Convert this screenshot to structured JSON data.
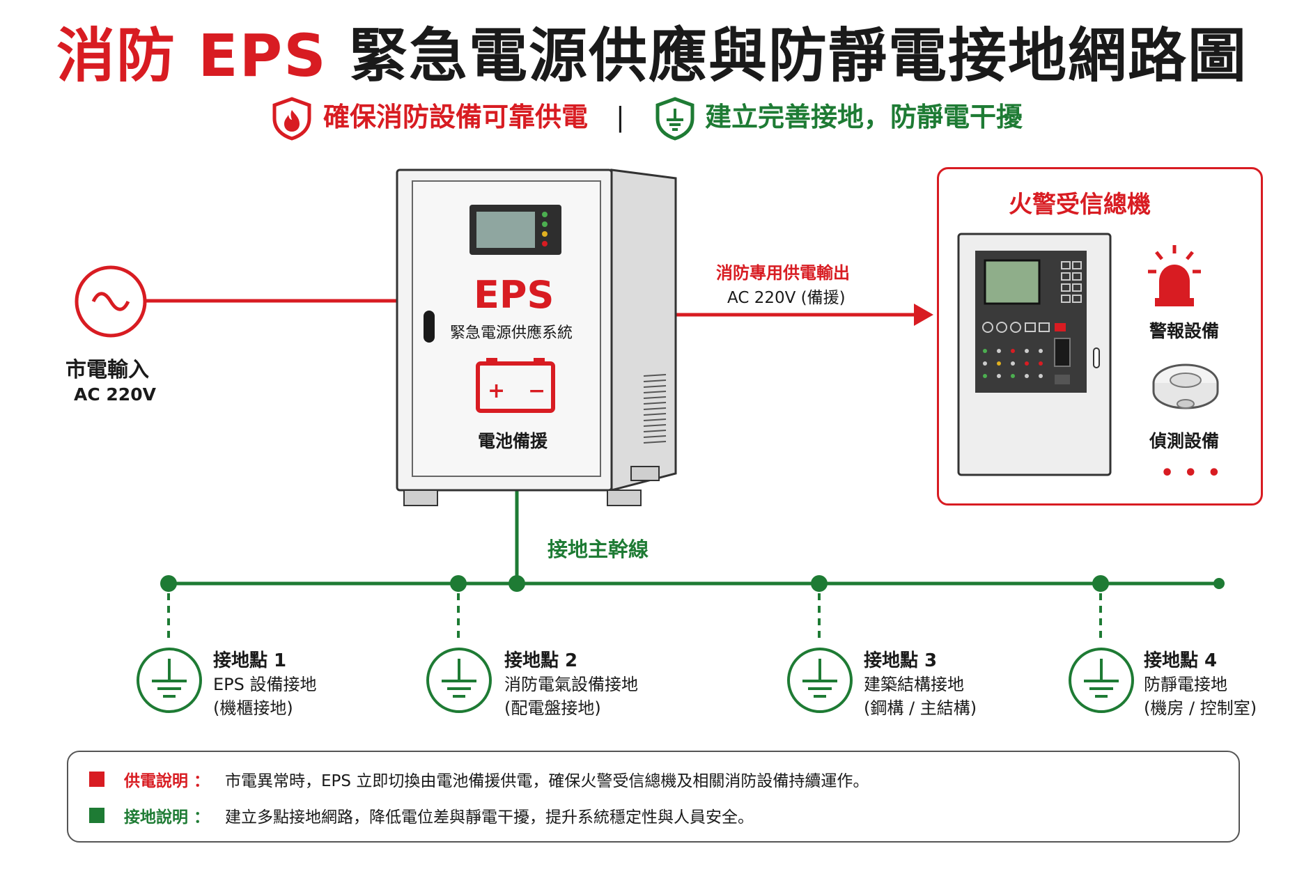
{
  "title": {
    "red": "消防 EPS",
    "rest": "緊急電源供應與防靜電接地網路圖"
  },
  "subtitle": {
    "left": "確保消防設備可靠供電",
    "separator": "|",
    "right": "建立完善接地，防靜電干擾"
  },
  "mains": {
    "title": "市電輸入",
    "voltage": "AC 220V"
  },
  "eps": {
    "big": "EPS",
    "name": "緊急電源供應系統",
    "battery_plus": "+",
    "battery_minus": "−",
    "battery_label": "電池備援"
  },
  "output": {
    "title": "消防專用供電輸出",
    "voltage": "AC 220V (備援)"
  },
  "fire_panel": {
    "title": "火警受信總機",
    "alarm_label": "警報設備",
    "detector_label": "偵測設備",
    "more": "• • •"
  },
  "trunk_label": "接地主幹線",
  "ground_points": [
    {
      "title": "接地點 1",
      "line1": "EPS 設備接地",
      "line2": "(機櫃接地)"
    },
    {
      "title": "接地點 2",
      "line1": "消防電氣設備接地",
      "line2": "(配電盤接地)"
    },
    {
      "title": "接地點 3",
      "line1": "建築結構接地",
      "line2": "(鋼構 / 主結構)"
    },
    {
      "title": "接地點 4",
      "line1": "防靜電接地",
      "line2": "(機房 / 控制室)"
    }
  ],
  "legend": {
    "power": {
      "key": "供電說明 ：",
      "text": "市電異常時，EPS 立即切換由電池備援供電，確保火警受信總機及相關消防設備持續運作。"
    },
    "ground": {
      "key": "接地說明 ：",
      "text": "建立多點接地網路，降低電位差與靜電干擾，提升系統穩定性與人員安全。"
    }
  },
  "colors": {
    "red": "#d81c22",
    "green": "#1e7b34"
  }
}
